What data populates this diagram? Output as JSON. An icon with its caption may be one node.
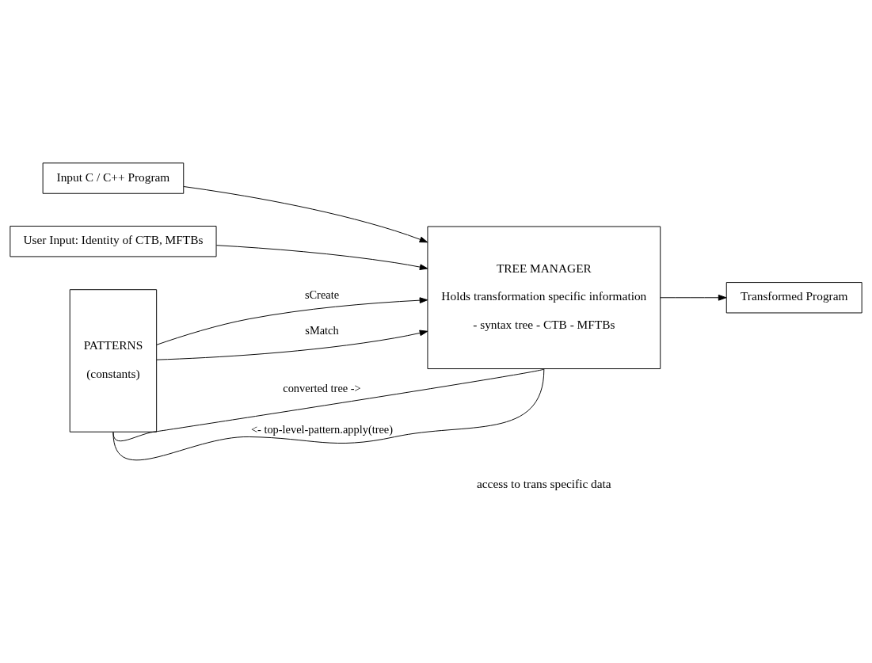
{
  "diagram": {
    "nodes": [
      {
        "text": [
          "Input C / C++ Program"
        ]
      },
      {
        "text": [
          "User Input: Identity of CTB, MFTBs"
        ]
      },
      {
        "text": [
          "TREE MANAGER",
          "Holds transformation specific information",
          "- syntax tree - CTB - MFTBs"
        ]
      },
      {
        "text": [
          "PATTERNS",
          "(constants)"
        ]
      },
      {
        "text": [
          "Transformed Program"
        ]
      }
    ],
    "edges": [
      {
        "from": 0,
        "to": 2,
        "arrow": "to"
      },
      {
        "from": 1,
        "to": 2,
        "arrow": "to"
      },
      {
        "from": 3,
        "to": 2,
        "arrow": "to",
        "label": "sCreate"
      },
      {
        "from": 3,
        "to": 2,
        "arrow": "to",
        "label": "sMatch"
      },
      {
        "from": 3,
        "to": 2,
        "arrow": "none",
        "label": "converted tree ->"
      },
      {
        "from": 3,
        "to": 2,
        "arrow": "none",
        "label": "<- top-level-pattern.apply(tree)"
      },
      {
        "from": 2,
        "to": 4,
        "arrow": "to"
      }
    ],
    "labels": [
      "access to trans specific data"
    ]
  }
}
